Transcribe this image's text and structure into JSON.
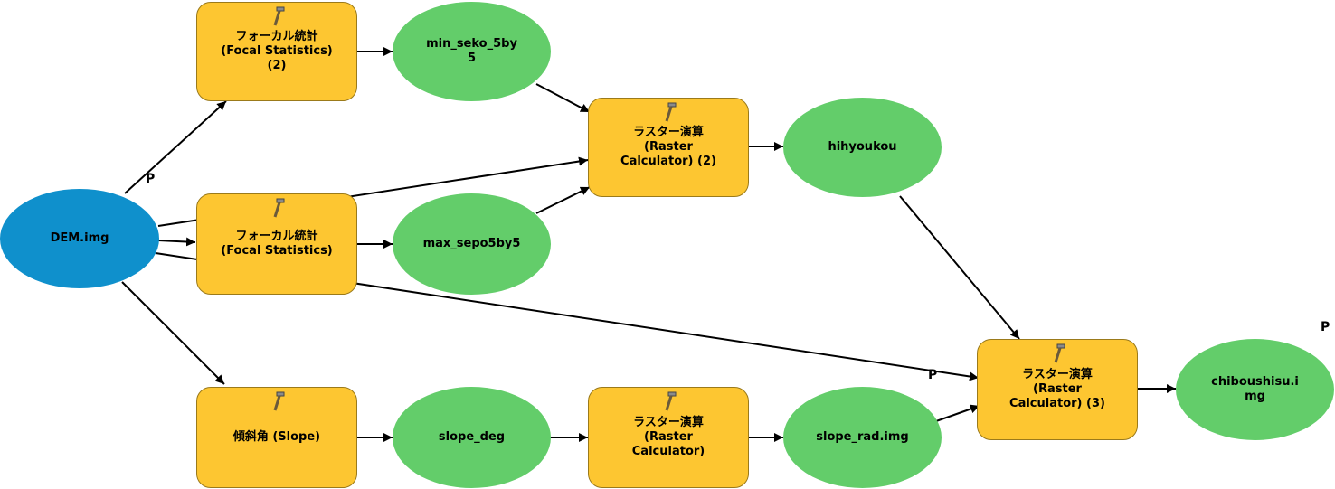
{
  "nodes": {
    "dem": "DEM.img",
    "focal2": "フォーカル統計\n(Focal Statistics)\n(2)",
    "focal": "フォーカル統計\n(Focal Statistics)",
    "slope": "傾斜角 (Slope)",
    "min_seko": "min_seko_5by\n5",
    "max_sepo": "max_sepo5by5",
    "slope_deg": "slope_deg",
    "rastercalc2": "ラスター演算\n(Raster\nCalculator) (2)",
    "rastercalc": "ラスター演算\n(Raster\nCalculator)",
    "hihyoukou": "hihyoukou",
    "slope_rad": "slope_rad.img",
    "rastercalc3": "ラスター演算\n(Raster\nCalculator) (3)",
    "chiboushisu": "chiboushisu.i\nmg"
  },
  "param_markers": {
    "p1": "P",
    "p2": "P",
    "p3": "P"
  },
  "icons": {
    "tool": "hammer-icon"
  },
  "colors": {
    "tool_fill": "#fdc631",
    "tool_border": "#9b7a1a",
    "data_fill": "#63cd6a",
    "input_fill": "#0f90cc"
  }
}
